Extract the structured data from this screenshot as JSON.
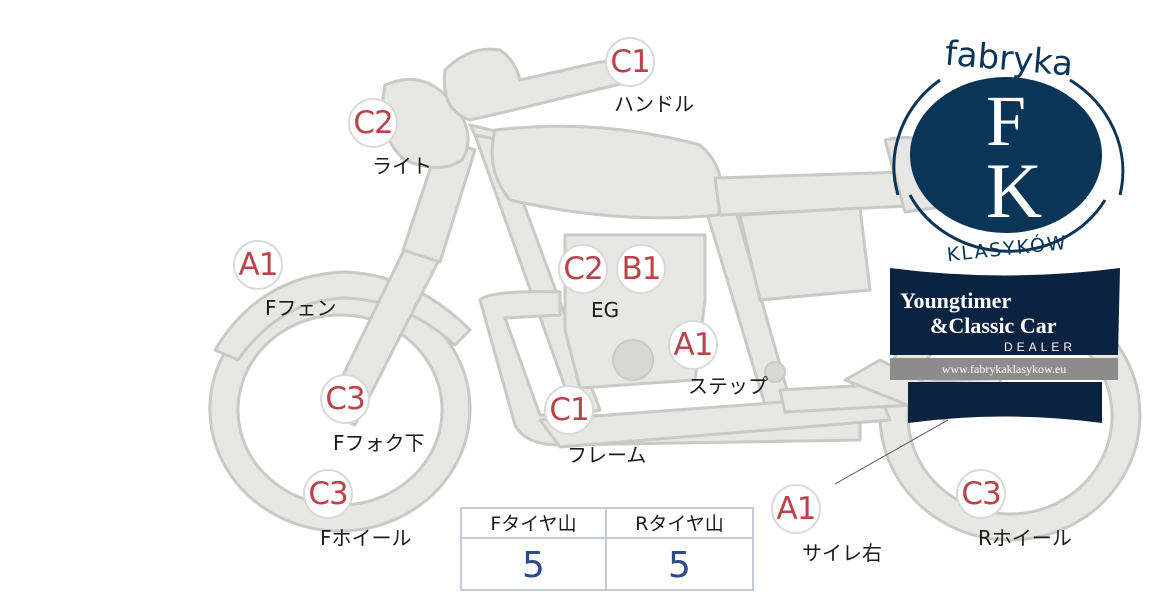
{
  "colors": {
    "grade_text": "#b8434a",
    "bike_fill": "#e7e7e5",
    "bike_stroke": "#c9c9c6",
    "logo_navy": "#0b3557",
    "value_blue": "#2e4a8f"
  },
  "parts": [
    {
      "grade": "C1",
      "label": "ハンドル"
    },
    {
      "grade": "C2",
      "label": "ライト"
    },
    {
      "grade": "A1",
      "label": "Fフェン"
    },
    {
      "grade": "C2",
      "label": ""
    },
    {
      "grade": "B1",
      "label": "EG"
    },
    {
      "grade": "A1",
      "label": "ステップ"
    },
    {
      "grade": "C3",
      "label": "Fフォク下"
    },
    {
      "grade": "C1",
      "label": "フレーム"
    },
    {
      "grade": "C3",
      "label": "Fホイール"
    },
    {
      "grade": "A1",
      "label": "サイレ右"
    },
    {
      "grade": "C3",
      "label": "Rホイール"
    }
  ],
  "tire_table": {
    "front_header": "Fタイヤ山",
    "rear_header": "Rタイヤ山",
    "front_value": "5",
    "rear_value": "5"
  },
  "logo": {
    "top_text": "fabryka",
    "letter_top": "F",
    "letter_bottom": "K",
    "bottom_text": "KLASYKÓW",
    "banner_line1": "Youngtimer",
    "banner_line2": "&Classic Car",
    "banner_line3": "DEALER",
    "url": "www.fabrykaklasykow.eu"
  }
}
